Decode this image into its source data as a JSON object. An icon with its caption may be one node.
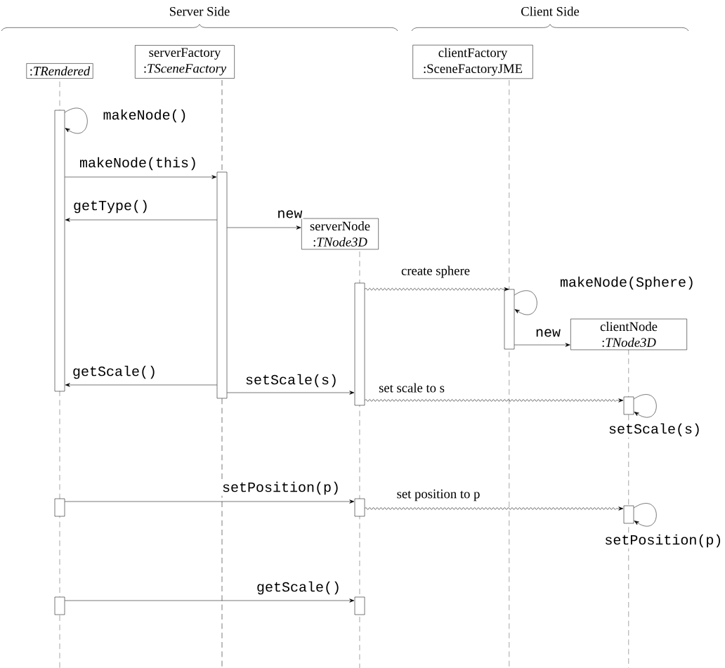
{
  "diagram": {
    "nodes": [
      {
        "text": [
          ":*TRendered*"
        ]
      },
      {
        "text": [
          "serverFactory :*TSceneFactory*"
        ]
      },
      {
        "text": [
          "clientFactory :SceneFactoryJME"
        ]
      },
      {
        "text": [
          "serverNode :*TNode3D*"
        ]
      },
      {
        "text": [
          "clientNode :*TNode3D*"
        ]
      },
      {
        "text": [],
        "shape": "bar"
      },
      {
        "text": [],
        "shape": "bar"
      },
      {
        "text": [],
        "shape": "bar"
      },
      {
        "text": [],
        "shape": "bar"
      },
      {
        "text": [],
        "shape": "bar"
      },
      {
        "text": [],
        "shape": "bar"
      },
      {
        "text": [],
        "shape": "bar"
      },
      {
        "text": [],
        "shape": "bar"
      },
      {
        "text": [],
        "shape": "bar"
      },
      {
        "text": [],
        "shape": "bar"
      }
    ],
    "edges": [
      {
        "from": 5,
        "to": 5,
        "arrow": "to",
        "label": "makeNode()"
      },
      {
        "from": 5,
        "to": 6,
        "arrow": "to",
        "label": "makeNode(this)"
      },
      {
        "from": 6,
        "to": 5,
        "arrow": "to",
        "label": "getType()"
      },
      {
        "from": 6,
        "to": 3,
        "arrow": "to",
        "label": "new"
      },
      {
        "from": 7,
        "to": 8,
        "arrow": "to",
        "label": "create sphere"
      },
      {
        "from": 8,
        "to": 8,
        "arrow": "to",
        "label": "makeNode(Sphere)"
      },
      {
        "from": 8,
        "to": 4,
        "arrow": "to",
        "label": "new"
      },
      {
        "from": 6,
        "to": 5,
        "arrow": "to",
        "label": "getScale()"
      },
      {
        "from": 6,
        "to": 7,
        "arrow": "to",
        "label": "setScale(s)"
      },
      {
        "from": 7,
        "to": 9,
        "arrow": "to",
        "label": "set scale to s"
      },
      {
        "from": 9,
        "to": 9,
        "arrow": "to",
        "label": "setScale(s)"
      },
      {
        "from": 10,
        "to": 11,
        "arrow": "to",
        "label": "setPosition(p)"
      },
      {
        "from": 11,
        "to": 12,
        "arrow": "to",
        "label": "set position to p"
      },
      {
        "from": 12,
        "to": 12,
        "arrow": "to",
        "label": "setPosition(p)"
      },
      {
        "from": 13,
        "to": 14,
        "arrow": "to",
        "label": "getScale()"
      }
    ],
    "labels": [
      "Server Side",
      "Client Side"
    ]
  }
}
